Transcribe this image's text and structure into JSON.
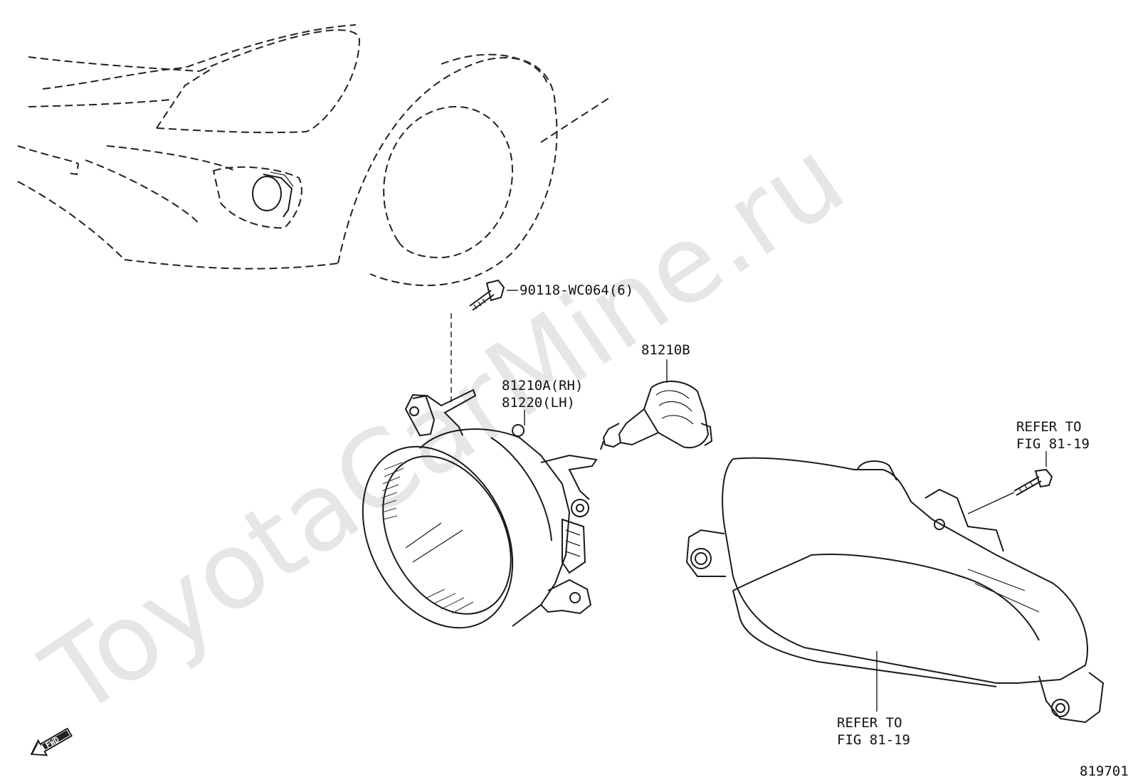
{
  "watermark": "ToyotaCarMine.ru",
  "labels": {
    "bolt_part": "90118-WC064(6)",
    "bulb_part": "81210B",
    "fog_rh": "81210A(RH)",
    "fog_lh": "81220(LH)",
    "refer_bolt_line1": "REFER TO",
    "refer_bolt_line2": "FIG 81-19",
    "refer_cover_line1": "REFER TO",
    "refer_cover_line2": "FIG 81-19",
    "fwd": "FWD",
    "figure_number": "819701"
  },
  "icons": [
    "fwd-arrow-icon"
  ]
}
